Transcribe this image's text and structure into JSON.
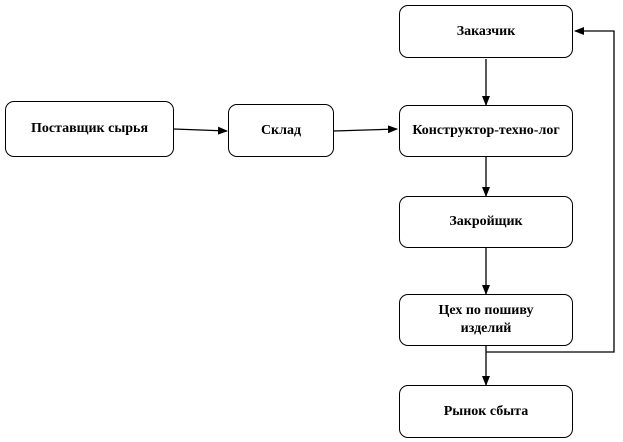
{
  "diagram": {
    "nodes": {
      "supplier": "Поставщик сырья",
      "warehouse": "Склад",
      "customer": "Заказчик",
      "designer": "Конструктор-техно-лог",
      "cutter": "Закройщик",
      "sewing_shop": "Цех по пошиву изделий",
      "market": "Рынок сбыта"
    },
    "colors": {
      "stroke": "#000000",
      "fill": "#ffffff",
      "text": "#000000"
    }
  }
}
